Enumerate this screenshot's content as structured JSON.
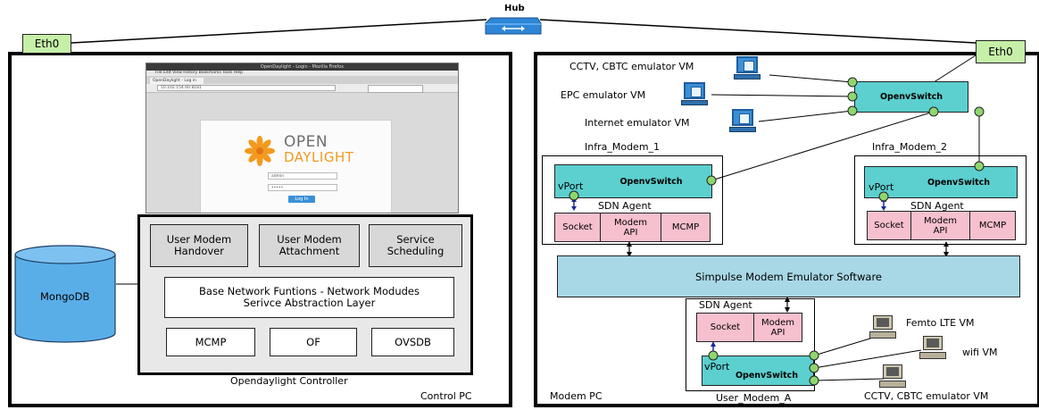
{
  "hub": {
    "label": "Hub",
    "icon": "hub-switch-icon",
    "color": "#3a8fd8"
  },
  "control_pc": {
    "eth_label": "Eth0",
    "footer_label": "Control PC",
    "controller_label": "Opendaylight Controller",
    "db_label": "MongoDB",
    "screenshot": {
      "window_title": "OpenDaylight - Login - Mozilla Firefox",
      "menu": "File  Edit  View  History  Bookmarks  Tools  Help",
      "tab": "OpenDaylight - Log in",
      "url": "10.102.154.60:8181",
      "logo_open": "OPEN",
      "logo_daylight": "DAYLIGHT",
      "username": "admin",
      "password": "•••••",
      "login_button": "Log In"
    },
    "modules": {
      "handover": "User Modem\nHandover",
      "attachment": "User Modem\nAttachment",
      "scheduling": "Service\nScheduling",
      "base": "Base Network Funtions - Network Modudes\nSerivce Abstraction Layer",
      "mcmp": "MCMP",
      "of": "OF",
      "ovsdb": "OVSDB"
    }
  },
  "modem_pc": {
    "eth_label": "Eth0",
    "footer_label": "Modem PC",
    "vms": {
      "cctv_top": "CCTV, CBTC emulator VM",
      "epc": "EPC emulator VM",
      "internet": "Internet emulator VM",
      "femto": "Femto LTE VM",
      "wifi": "wifi VM",
      "cctv_bottom": "CCTV, CBTC emulator VM"
    },
    "main_ovs": "OpenvSwitch",
    "infra1": {
      "label": "Infra_Modem_1",
      "ovs": "OpenvSwitch",
      "vport": "vPort",
      "agent": "SDN Agent",
      "socket": "Socket",
      "modem_api": "Modem\nAPI",
      "mcmp": "MCMP"
    },
    "infra2": {
      "label": "Infra_Modem_2",
      "ovs": "OpenvSwitch",
      "vport": "vPort",
      "agent": "SDN Agent",
      "socket": "Socket",
      "modem_api": "Modem\nAPI",
      "mcmp": "MCMP"
    },
    "emulator": "Simpulse Modem Emulator Software",
    "user_modem": {
      "label": "User_Modem_A",
      "agent": "SDN Agent",
      "socket": "Socket",
      "modem_api": "Modem\nAPI",
      "vport": "vPort",
      "ovs": "OpenvSwitch"
    }
  },
  "colors": {
    "eth": "#c6f0a8",
    "ovs": "#5ccfcf",
    "pink": "#f6c0ce",
    "emulator": "#a8d8e6",
    "db": "#5aaee8",
    "port": "#8fd66e",
    "gray": "#d8d8d8"
  }
}
